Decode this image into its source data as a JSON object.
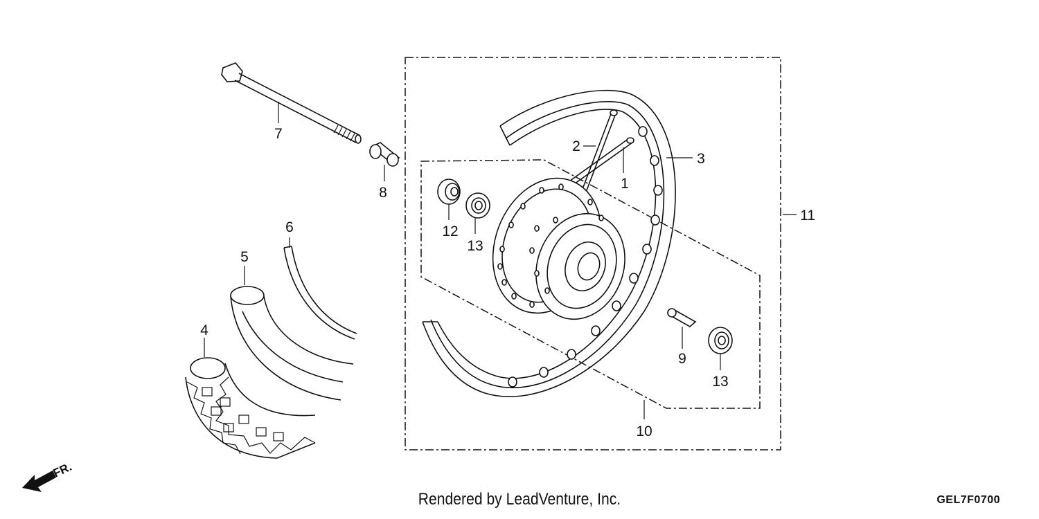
{
  "callouts": [
    "1",
    "2",
    "3",
    "4",
    "5",
    "6",
    "7",
    "8",
    "9",
    "10",
    "11",
    "12",
    "13",
    "13"
  ],
  "direction_label": "FR.",
  "credit": "Rendered by LeadVenture, Inc.",
  "diagram_code": "GEL7F0700"
}
